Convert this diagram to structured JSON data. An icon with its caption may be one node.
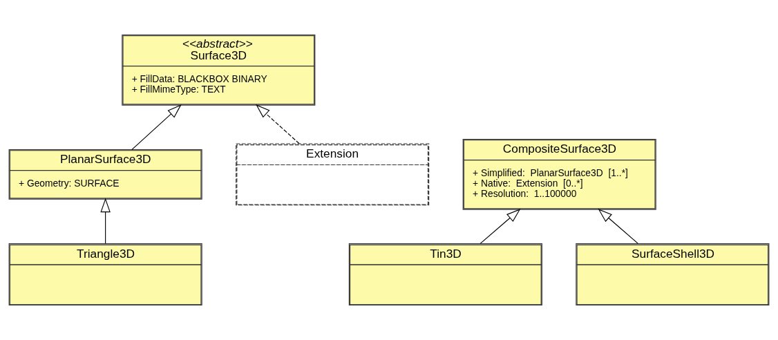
{
  "diagram": {
    "nodes": [
      {
        "text": [
          "<<abstract>>",
          "Surface3D",
          "+ FillData: BLACKBOX BINARY",
          "+ FillMimeType: TEXT"
        ]
      },
      {
        "text": [
          "PlanarSurface3D",
          "+ Geometry: SURFACE"
        ]
      },
      {
        "text": [
          "Extension"
        ]
      },
      {
        "text": [
          "Triangle3D"
        ]
      },
      {
        "text": [
          "CompositeSurface3D",
          "+ Simplified:  PlanarSurface3D  [1..*]",
          "+ Native:  Extension  [0..*]",
          "+ Resolution:  1..100000"
        ]
      },
      {
        "text": [
          "Tin3D"
        ]
      },
      {
        "text": [
          "SurfaceShell3D"
        ]
      }
    ],
    "edges": [
      {
        "from": 1,
        "to": 0,
        "arrow": "to"
      },
      {
        "from": 2,
        "to": 0,
        "arrow": "to",
        "style": "dashed"
      },
      {
        "from": 3,
        "to": 1,
        "arrow": "to"
      },
      {
        "from": 5,
        "to": 4,
        "arrow": "to"
      },
      {
        "from": 6,
        "to": 4,
        "arrow": "to"
      }
    ]
  }
}
